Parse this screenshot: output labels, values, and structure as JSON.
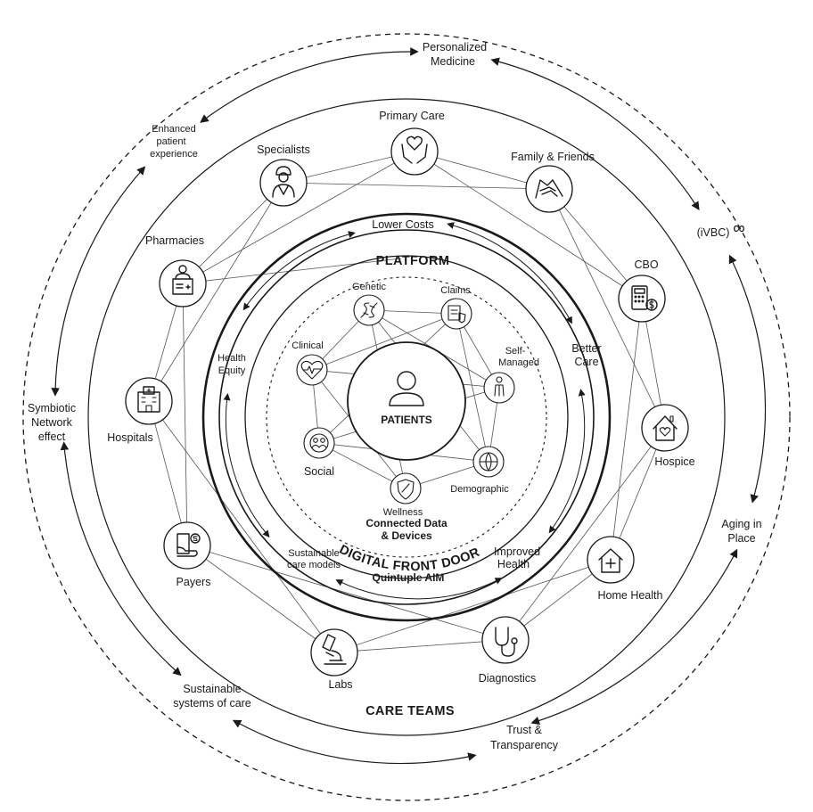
{
  "center": {
    "label": "PATIENTS"
  },
  "rings": {
    "platform": "PLATFORM",
    "front_door": "DIGITAL FRONT DOOR",
    "care_teams": "CARE TEAMS",
    "connected_data_line1": "Connected Data",
    "connected_data_line2": "& Devices",
    "quintuple_aim": "Quintuple AIM"
  },
  "data_nodes": {
    "genetic": "Genetic",
    "claims": "Claims",
    "clinical": "Clinical",
    "self_managed_line1": "Self-",
    "self_managed_line2": "Managed",
    "social": "Social",
    "demographic": "Demographic",
    "wellness": "Wellness"
  },
  "aims": {
    "lower_costs": "Lower Costs",
    "better_care_line1": "Better",
    "better_care_line2": "Care",
    "health_equity_line1": "Health",
    "health_equity_line2": "Equity",
    "improved_health_line1": "Improved",
    "improved_health_line2": "Health",
    "sustainable_models_line1": "Sustainable",
    "sustainable_models_line2": "care models"
  },
  "care_nodes": {
    "primary_care": "Primary Care",
    "specialists": "Specialists",
    "family_friends": "Family & Friends",
    "pharmacies": "Pharmacies",
    "cbo": "CBO",
    "hospitals": "Hospitals",
    "hospice": "Hospice",
    "payers": "Payers",
    "home_health": "Home Health",
    "labs": "Labs",
    "diagnostics": "Diagnostics"
  },
  "outcomes": {
    "personalized_line1": "Personalized",
    "personalized_line2": "Medicine",
    "enhanced_line1": "Enhanced",
    "enhanced_line2": "patient",
    "enhanced_line3": "experience",
    "ivbc": "(iVBC)",
    "ivbc_symbol": "∞",
    "symbiotic_line1": "Symbiotic",
    "symbiotic_line2": "Network",
    "symbiotic_line3": "effect",
    "aging_line1": "Aging in",
    "aging_line2": "Place",
    "sustainable_line1": "Sustainable",
    "sustainable_line2": "systems of care",
    "trust_line1": "Trust &",
    "trust_line2": "Transparency"
  },
  "icons": {
    "patients": "person-icon",
    "primary_care": "heart-hands-icon",
    "specialists": "doctor-icon",
    "family_friends": "handshake-icon",
    "pharmacies": "pharmacist-icon",
    "cbo": "calculator-icon",
    "hospitals": "hospital-icon",
    "hospice": "house-heart-icon",
    "payers": "payment-icon",
    "home_health": "house-cross-icon",
    "labs": "microscope-icon",
    "diagnostics": "stethoscope-icon",
    "genetic": "dna-icon",
    "claims": "claims-document-icon",
    "clinical": "heart-pulse-icon",
    "self_managed": "person-icon",
    "social": "people-circle-icon",
    "demographic": "globe-people-icon",
    "wellness": "shield-icon"
  }
}
